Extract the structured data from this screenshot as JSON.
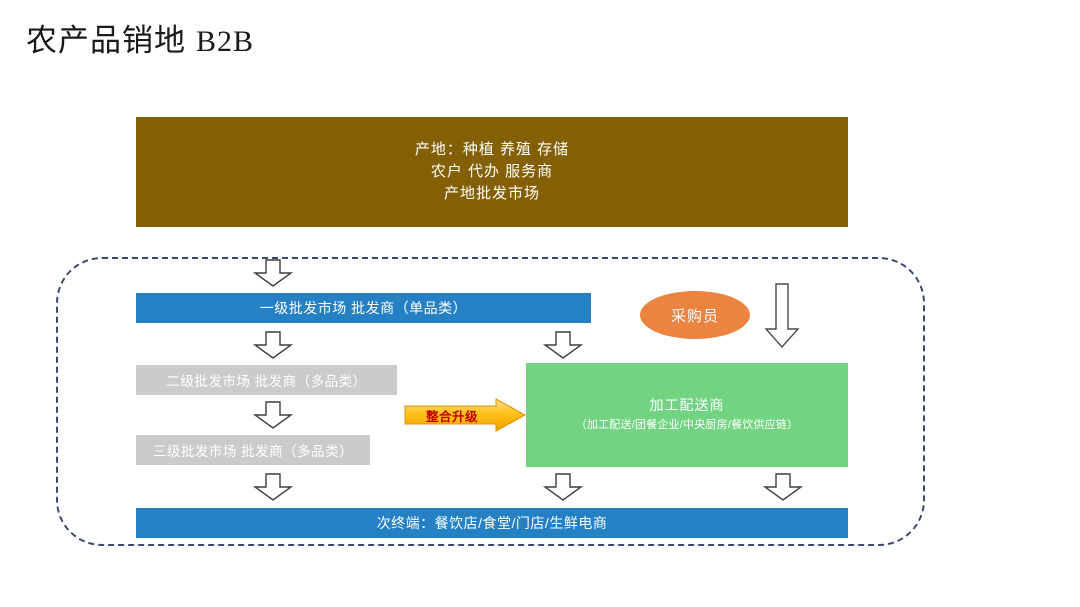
{
  "slide": {
    "title_cn": "农产品销地",
    "title_latin": "B2B"
  },
  "colors": {
    "origin_brown": "#836005",
    "wholesale_blue": "#2580c4",
    "secondary_gray": "#c9cbcd",
    "processor_green": "#72d383",
    "buyer_orange": "#ec8340",
    "upgrade_arrow_fill": "#ffbf00",
    "upgrade_arrow_text": "#c00000",
    "dashed_border": "#3b4a72",
    "block_arrow_stroke": "#3f3f3f"
  },
  "origin_box": {
    "line1": "产地：种植  养殖  存储",
    "line2": "农户  代办  服务商",
    "line3": "产地批发市场"
  },
  "sales_region": {
    "level1": "一级批发市场 批发商（单品类）",
    "level2": "二级批发市场 批发商（多品类）",
    "level3": "三级批发市场 批发商（多品类）",
    "buyer": "采购员",
    "upgrade": "整合升级",
    "processor_title": "加工配送商",
    "processor_subtitle": "（加工配送/团餐企业/中央厨房/餐饮供应链）",
    "terminal": "次终端：餐饮店/食堂/门店/生鲜电商"
  }
}
